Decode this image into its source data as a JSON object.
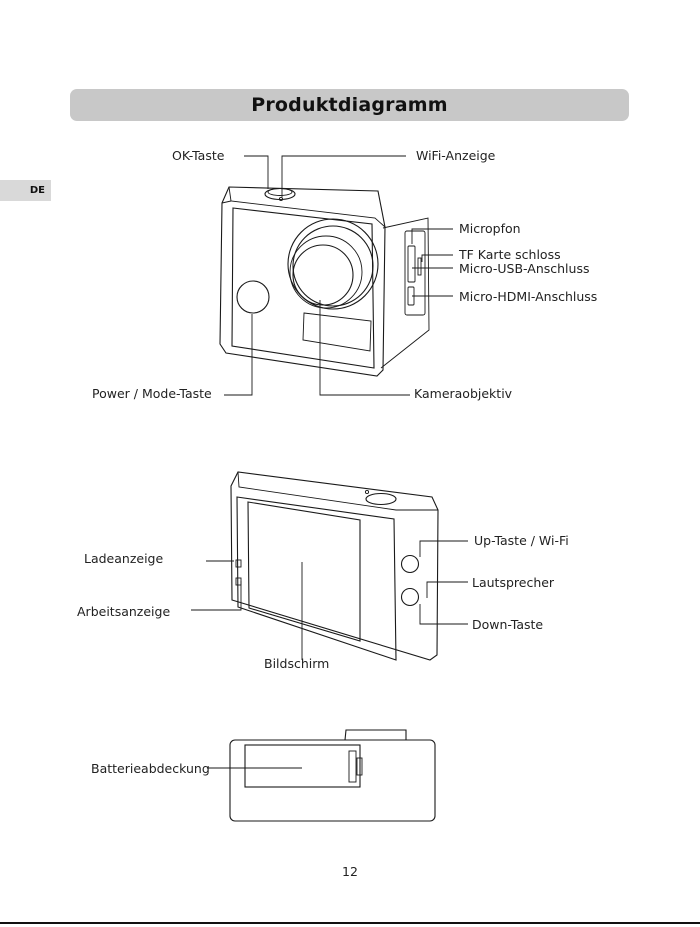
{
  "header": {
    "title": "Produktdiagramm",
    "language_tab": "DE"
  },
  "diagram_front": {
    "ok_button": "OK-Taste",
    "wifi_indicator": "WiFi-Anzeige",
    "microphone": "Micropfon",
    "tf_card_slot": "TF Karte schloss",
    "micro_usb": "Micro-USB-Anschluss",
    "micro_hdmi": "Micro-HDMI-Anschluss",
    "power_mode_button": "Power / Mode-Taste",
    "lens": "Kameraobjektiv"
  },
  "diagram_back": {
    "charge_indicator": "Ladeanzeige",
    "work_indicator": "Arbeitsanzeige",
    "screen": "Bildschirm",
    "up_button": "Up-Taste / Wi-Fi",
    "speaker": "Lautsprecher",
    "down_button": "Down-Taste"
  },
  "diagram_bottom": {
    "battery_cover": "Batterieabdeckung"
  },
  "footer": {
    "page_number": "12"
  }
}
